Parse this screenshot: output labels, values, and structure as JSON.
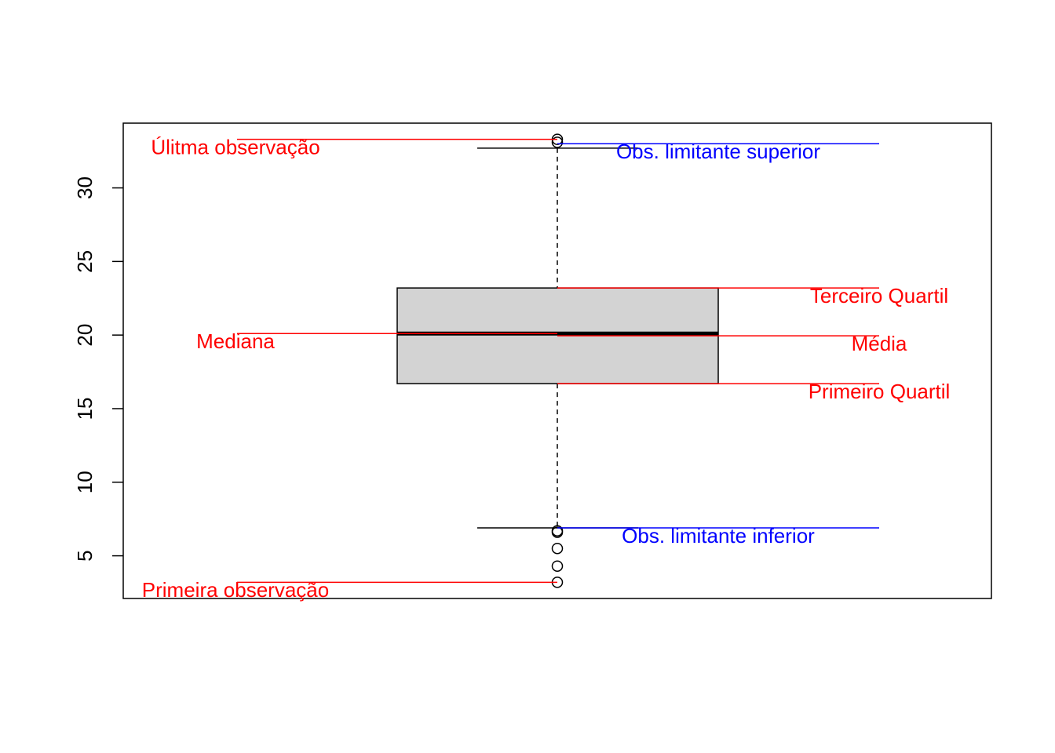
{
  "chart_data": {
    "type": "box",
    "title": "",
    "xlabel": "",
    "ylabel": "",
    "ylim": [
      2.1,
      34.4
    ],
    "y_ticks": [
      "5",
      "10",
      "15",
      "20",
      "25",
      "30"
    ],
    "grid": false,
    "box": {
      "lower_whisker": 6.9,
      "q1": 16.7,
      "median": 20.1,
      "mean": 19.95,
      "q3": 23.2,
      "upper_whisker": 32.7
    },
    "outliers": [
      3.2,
      4.3,
      5.5,
      6.6,
      6.7,
      33.1,
      33.3
    ],
    "annotations": [
      {
        "label": "Úlitma observação",
        "y": 33.3,
        "color": "#ff0000",
        "side": "left"
      },
      {
        "label": "Obs. limitante superior",
        "y": 33.0,
        "color": "#0000ff",
        "side": "right"
      },
      {
        "label": "Terceiro Quartil",
        "y": 23.2,
        "color": "#ff0000",
        "side": "right"
      },
      {
        "label": "Mediana",
        "y": 20.1,
        "color": "#ff0000",
        "side": "left"
      },
      {
        "label": "Média",
        "y": 19.95,
        "color": "#ff0000",
        "side": "right"
      },
      {
        "label": "Primeiro Quartil",
        "y": 16.7,
        "color": "#ff0000",
        "side": "right"
      },
      {
        "label": "Obs. limitante inferior",
        "y": 6.9,
        "color": "#0000ff",
        "side": "right"
      },
      {
        "label": "Primeira observação",
        "y": 3.2,
        "color": "#ff0000",
        "side": "left"
      }
    ],
    "colors": {
      "box_fill": "#d3d3d3",
      "stroke": "#000000"
    }
  }
}
